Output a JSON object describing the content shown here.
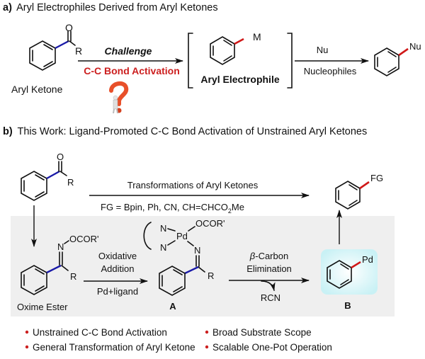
{
  "panel_a": {
    "label": "a)",
    "title": "Aryl Electrophiles Derived from Aryl Ketones",
    "aryl_ketone": {
      "o": "O",
      "r": "R",
      "caption": "Aryl Ketone"
    },
    "arrow1": {
      "above": "Challenge",
      "below": "C-C Bond Activation"
    },
    "question_icon": "question-mark-figure-icon",
    "intermediate": {
      "substituent": "M",
      "caption": "Aryl Electrophile"
    },
    "arrow2": {
      "above": "Nu",
      "below": "Nucleophiles"
    },
    "product": {
      "substituent": "Nu"
    }
  },
  "panel_b": {
    "label": "b)",
    "title": "This Work: Ligand-Promoted C-C Bond Activation of Unstrained Aryl Ketones",
    "ketone": {
      "o": "O",
      "r": "R"
    },
    "top_arrow": {
      "above": "Transformations of Aryl Ketones",
      "below_main": "FG = Bpin, Ph, CN, CH=CHCO",
      "below_sub": "2",
      "below_end": "Me"
    },
    "product": {
      "substituent": "FG"
    },
    "oxime": {
      "n": "N",
      "ocor": "OCOR'",
      "r": "R",
      "caption": "Oxime Ester"
    },
    "step1": {
      "above1": "Oxidative",
      "above2": "Addition",
      "below": "Pd+ligand"
    },
    "complex_a": {
      "n1": "N",
      "n2": "N",
      "pd": "Pd",
      "ocor": "OCOR'",
      "n3": "N",
      "r": "R",
      "label": "A"
    },
    "step2": {
      "beta": "β",
      "above1": "-Carbon",
      "above2": "Elimination",
      "byproduct": "RCN"
    },
    "complex_b": {
      "pd": "Pd",
      "label": "B"
    }
  },
  "features": [
    "Unstrained C-C Bond Activation",
    "Broad Substrate Scope",
    "General Transformation of Aryl Ketone",
    "Scalable One-Pot Operation"
  ],
  "colors": {
    "activated_bond": "#1a1aa8",
    "new_bond": "#d01818",
    "accent_text": "#cc1f1f",
    "gray_box": "#efefef",
    "highlight": "#d6f6f8",
    "bullet": "#cc1f1f"
  }
}
